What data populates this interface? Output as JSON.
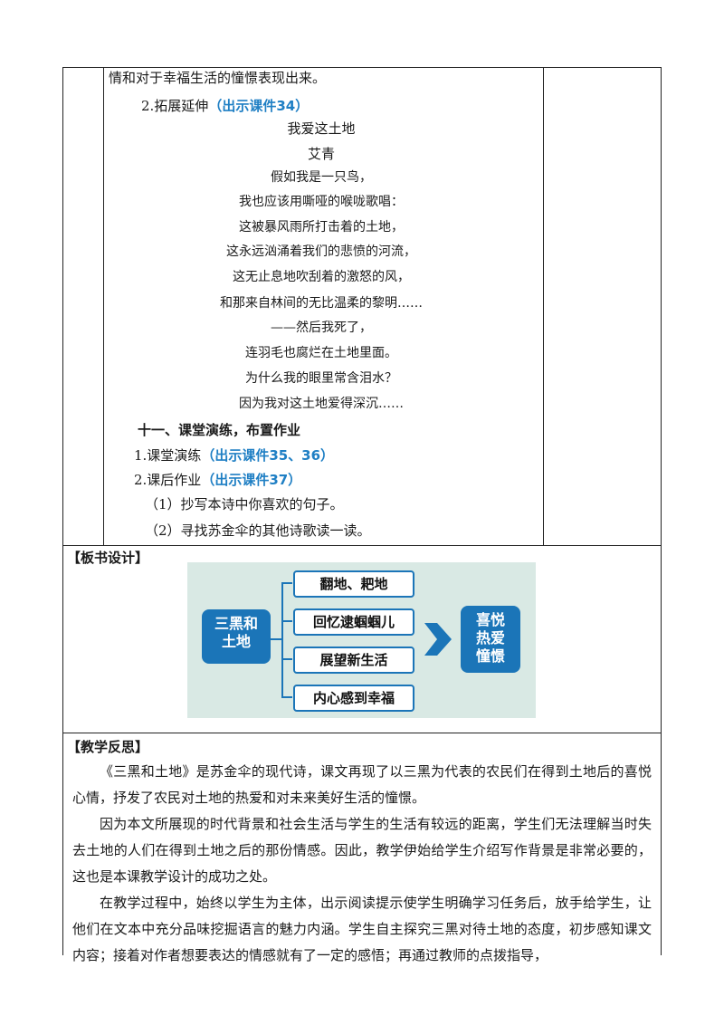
{
  "top": {
    "line0": "情和对于幸福生活的憧憬表现出来。",
    "ext_label": "2.拓展延伸",
    "ext_ref": "（出示课件34）"
  },
  "poem": {
    "title": "我爱这土地",
    "author": "艾青",
    "lines": [
      "假如我是一只鸟，",
      "我也应该用嘶哑的喉咙歌唱：",
      "这被暴风雨所打击着的土地，",
      "这永远汹涌着我们的悲愤的河流，",
      "这无止息地吹刮着的激怒的风，",
      "和那来自林间的无比温柔的黎明……",
      "——然后我死了，",
      "连羽毛也腐烂在土地里面。",
      "为什么我的眼里常含泪水？",
      "因为我对这土地爱得深沉……"
    ]
  },
  "section11": {
    "heading": "十一、课堂演练，布置作业",
    "item1_label": "1.课堂演练",
    "item1_ref": "（出示课件35、36）",
    "item2_label": "2.课后作业",
    "item2_ref": "（出示课件37）",
    "sub1": "（1）抄写本诗中你喜欢的句子。",
    "sub2": "（2）寻找苏金伞的其他诗歌读一读。"
  },
  "board": {
    "label": "【板书设计】",
    "center": [
      "三黑和",
      "土地"
    ],
    "items": [
      "翻地、耙地",
      "回忆逮蝈蝈儿",
      "展望新生活",
      "内心感到幸福"
    ],
    "result": [
      "喜悦",
      "热爱",
      "憧憬"
    ]
  },
  "reflection": {
    "label": "【教学反思】",
    "paragraphs": [
      "《三黑和土地》是苏金伞的现代诗，课文再现了以三黑为代表的农民们在得到土地后的喜悦心情，抒发了农民对土地的热爱和对未来美好生活的憧憬。",
      "因为本文所展现的时代背景和社会生活与学生的生活有较远的距离，学生们无法理解当时失去土地的人们在得到土地之后的那份情感。因此，教学伊始给学生介绍写作背景是非常必要的，这也是本课教学设计的成功之处。",
      "在教学过程中，始终以学生为主体，出示阅读提示使学生明确学习任务后，放手给学生，让他们在文本中充分品味挖掘语言的魅力内涵。学生自主探究三黑对待土地的态度，初步感知课文内容；接着对作者想要表达的情感就有了一定的感悟；再通过教师的点拨指导，"
    ]
  },
  "colors": {
    "accent": "#1b75b8",
    "board_bg": "#d9e9e4",
    "ref_blue": "#1f7fc4"
  }
}
